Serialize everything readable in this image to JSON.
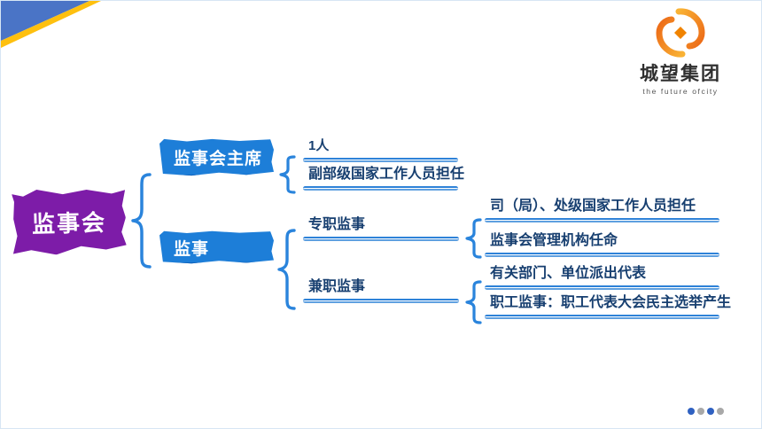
{
  "logo": {
    "company": "城望集团",
    "tagline": "the future ofcity"
  },
  "diagram": {
    "root": "监事会",
    "branches": [
      {
        "label": "监事会主席",
        "items": [
          "1人",
          "副部级国家工作人员担任"
        ]
      },
      {
        "label": "监事",
        "subbranches": [
          {
            "label": "专职监事",
            "items": [
              "司（局）、处级国家工作人员担任",
              "监事会管理机构任命"
            ]
          },
          {
            "label": "兼职监事",
            "items": [
              "有关部门、单位派出代表",
              "职工监事：职工代表大会民主选举产生"
            ]
          }
        ]
      }
    ]
  },
  "colors": {
    "corner_blue": "#4a74c6",
    "corner_yellow": "#fec00f",
    "box_blue": "#1d7ed8",
    "box_blue_dark": "#1261b8",
    "root_purple": "#7d1ca8",
    "text_navy": "#173f70",
    "underline_blue": "#2e82d8",
    "brace_blue": "#2a84dc",
    "logo_orange_start": "#f9b234",
    "logo_orange_end": "#ec6816",
    "dot_active": "#2f61c1",
    "dot_inactive": "#a8a8a8"
  },
  "pager": {
    "dots": [
      {
        "state": "active"
      },
      {
        "state": "inactive"
      },
      {
        "state": "active"
      },
      {
        "state": "inactive"
      }
    ]
  }
}
